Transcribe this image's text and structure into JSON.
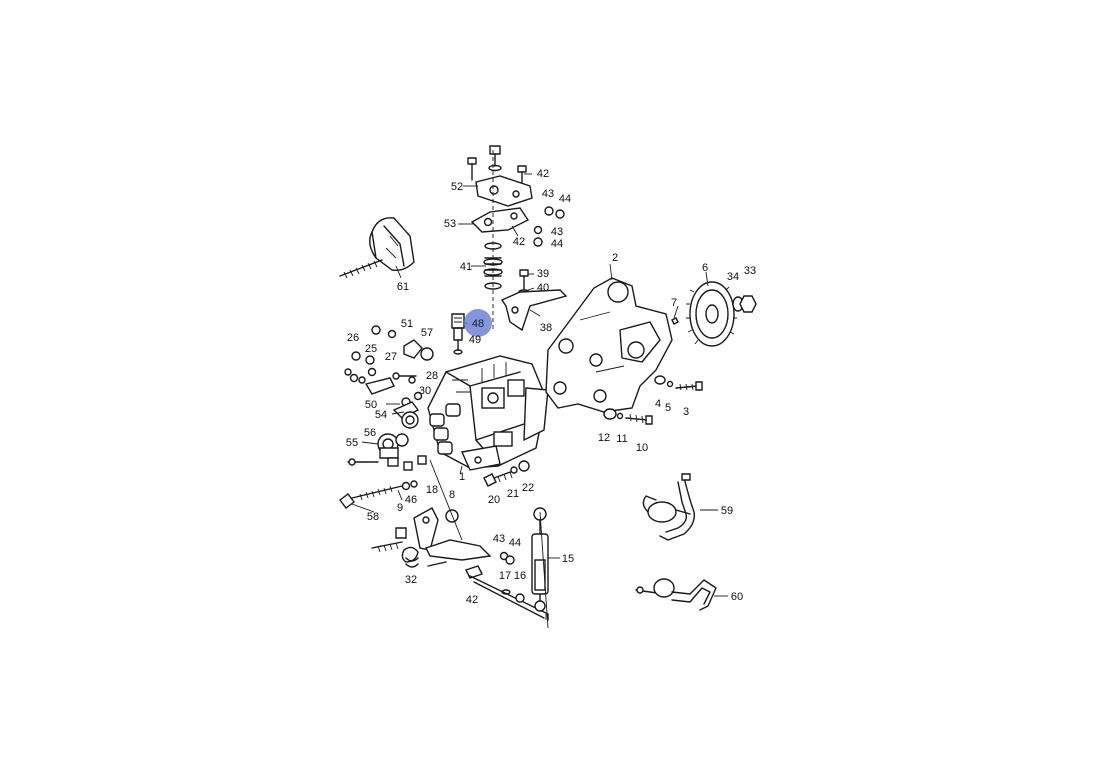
{
  "highlight": {
    "label": "48",
    "color": "#7083d4"
  },
  "callouts": [
    "1",
    "2",
    "3",
    "4",
    "5",
    "6",
    "7",
    "8",
    "9",
    "10",
    "11",
    "12",
    "15",
    "16",
    "17",
    "18",
    "20",
    "21",
    "22",
    "25",
    "26",
    "27",
    "28",
    "30",
    "32",
    "33",
    "34",
    "38",
    "39",
    "40",
    "41",
    "42",
    "43",
    "44",
    "46",
    "49",
    "50",
    "51",
    "52",
    "53",
    "54",
    "55",
    "56",
    "57",
    "58",
    "59",
    "60",
    "61"
  ],
  "line_color": "#1a1a1a"
}
